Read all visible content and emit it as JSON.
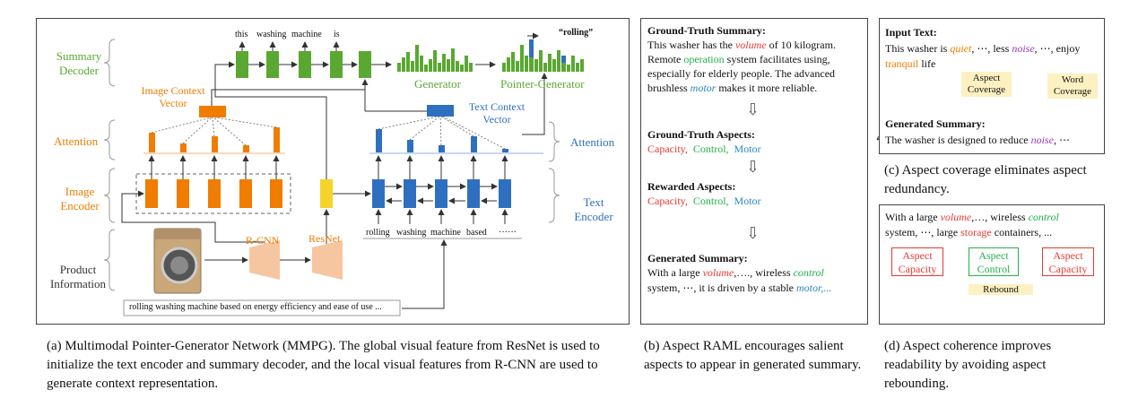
{
  "panel_a": {
    "summary_decoder": "Summary\nDecoder",
    "attention_left": "Attention",
    "image_encoder": "Image\nEncoder",
    "product_information": "Product\nInformation",
    "image_context_vector": "Image Context\nVector",
    "text_context_vector": "Text Context\nVector",
    "attention_right": "Attention",
    "text_encoder": "Text\nEncoder",
    "decoder_words": [
      "this",
      "washing",
      "machine",
      "is"
    ],
    "generator": "Generator",
    "pointer_generator": "Pointer-Generator",
    "rolling": "“rolling”",
    "rcnn": "R-CNN",
    "resnet": "ResNet",
    "encoder_words": [
      "rolling",
      "washing",
      "machine",
      "based",
      "······"
    ],
    "product_text": "rolling washing machine based on energy efficiency and ease of use ..."
  },
  "panel_b": {
    "gt_summary_title": "Ground-Truth Summary:",
    "gt_summary_1a": "This washer has the ",
    "gt_summary_1b": "volume",
    "gt_summary_1c": " of 10 kilogram.",
    "gt_summary_2a": "Remote ",
    "gt_summary_2b": "operation",
    "gt_summary_2c": " system facilitates using,",
    "gt_summary_3": "especially for elderly people. The advanced",
    "gt_summary_4a": "brushless ",
    "gt_summary_4b": "motor",
    "gt_summary_4c": " makes it more reliable.",
    "gt_aspects_title": "Ground-Truth Aspects:",
    "aspect_capacity": "Capacity,",
    "aspect_control": "Control,",
    "aspect_motor": "Motor",
    "rewarded_title": "Rewarded Aspects:",
    "generated_title": "Generated Summary:",
    "gen_1a": "With a large ",
    "gen_1b": "volume",
    "gen_1c": ",…., wireless ",
    "gen_1d": "control",
    "gen_2a": "system, ⋯, it is driven by a stable ",
    "gen_2b": "motor,...",
    "arrow_glyph": "⇩"
  },
  "panel_c": {
    "input_title": "Input Text:",
    "in_1a": "This washer is ",
    "in_1b": "quiet",
    "in_1c": ", ⋯, less ",
    "in_1d": "noise",
    "in_1e": ", ⋯, enjoy",
    "in_2a": "tranquil",
    "in_2b": " life",
    "aspect_coverage": "Aspect\nCoverage",
    "word_coverage": "Word\nCoverage",
    "generated_title": "Generated Summary:",
    "gen_a": "The washer is designed to reduce ",
    "gen_b": "noise",
    "gen_c": ", ⋯"
  },
  "panel_d": {
    "line_1a": "With a large ",
    "line_1b": "volume",
    "line_1c": ",…, wireless ",
    "line_1d": "control",
    "line_2a": "system, ⋯, large ",
    "line_2b": "storage",
    "line_2c": " containers, ...",
    "box_1": "Aspect\nCapacity",
    "box_2": "Aspect\nControl",
    "box_3": "Aspect\nCapacity",
    "rebound": "Rebound"
  },
  "captions": {
    "a": "(a) Multimodal Pointer-Generator Network (MMPG). The global visual feature from ResNet is used to initialize the text encoder and summary decoder, and the local visual features from R-CNN are used to generate context representation.",
    "b": "(b) Aspect RAML encourages salient aspects to appear in generated summary.",
    "c": "(c) Aspect coverage eliminates aspect redundancy.",
    "d": "(d) Aspect coherence improves readability by avoiding aspect rebounding."
  },
  "colors": {
    "green": "#5aa832",
    "orange": "#f07c00",
    "blue": "#2f6fc0",
    "yellow": "#f5d42a",
    "peach": "#f6c6a0",
    "red": "#e53935",
    "text_green": "#22b14c",
    "text_blue": "#2e86c1",
    "purple": "#9b38c0",
    "label_yellow": "#fdf1c2"
  }
}
